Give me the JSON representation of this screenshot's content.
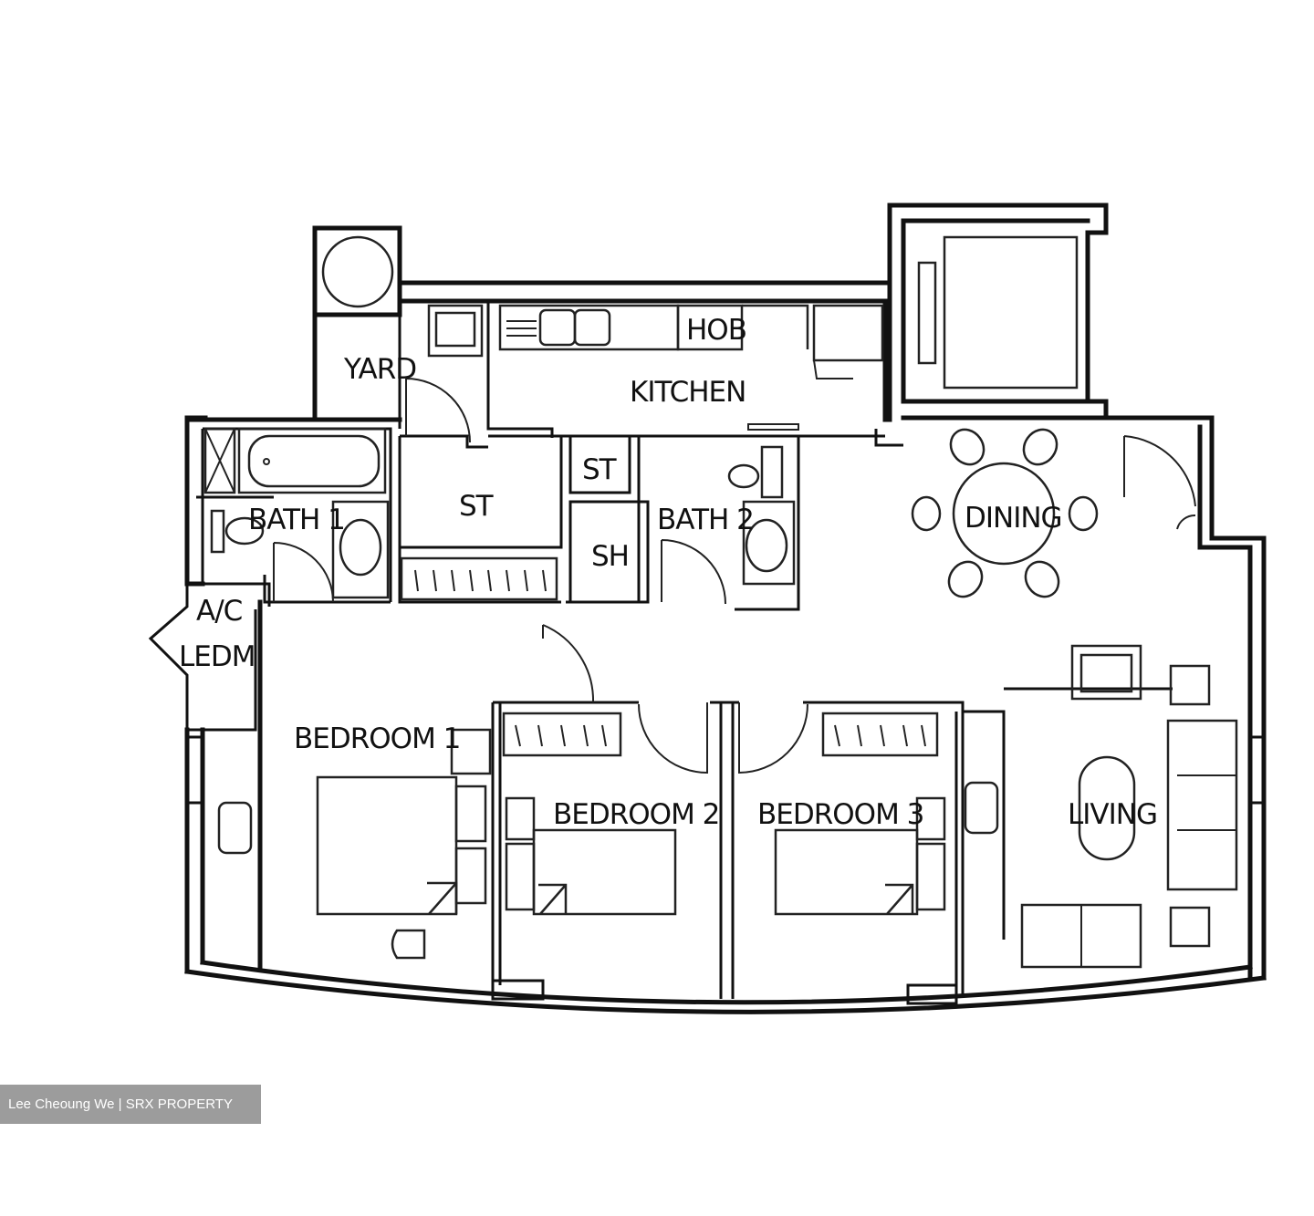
{
  "rooms": {
    "yard": "YARD",
    "hob": "HOB",
    "kitchen": "KITCHEN",
    "dining": "DINING",
    "st_1": "ST",
    "st_2": "ST",
    "bath_1": "BATH 1",
    "bath_2": "BATH 2",
    "sh": "SH",
    "ac_ledge": "A/C",
    "ac_ledge_2": "LEDM",
    "bedroom_1": "BEDROOM 1",
    "bedroom_2": "BEDROOM 2",
    "bedroom_3": "BEDROOM 3",
    "living": "LIVING"
  },
  "watermark": "Lee Cheoung We | SRX PROPERTY"
}
